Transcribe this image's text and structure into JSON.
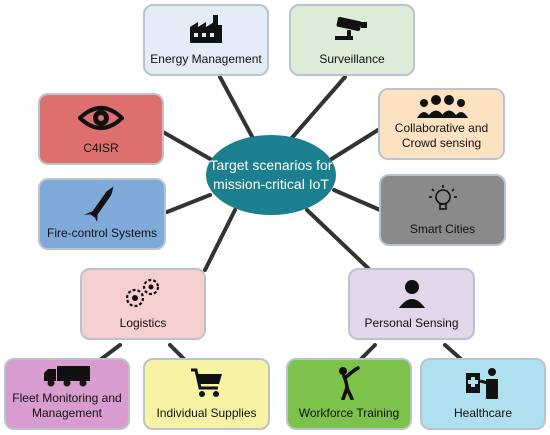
{
  "center": {
    "line1": "Target scenarios for",
    "line2": "mission-critical IoT"
  },
  "nodes": {
    "energy": {
      "label": "Energy Management",
      "fill": "#e3ecf7",
      "icon": "factory-icon"
    },
    "surveillance": {
      "label": "Surveillance",
      "fill": "#dcecd6",
      "icon": "cctv-camera-icon"
    },
    "c4isr": {
      "label": "C4ISR",
      "fill": "#dd6f6f",
      "icon": "eye-icon"
    },
    "collab": {
      "label": "Collaborative and\nCrowd sensing",
      "fill": "#fde2c2",
      "icon": "crowd-icon"
    },
    "fire": {
      "label": "Fire-control Systems",
      "fill": "#7fa9d9",
      "icon": "missile-icon"
    },
    "smart": {
      "label": "Smart Cities",
      "fill": "#8a8a8a",
      "icon": "lightbulb-icon"
    },
    "logistics": {
      "label": "Logistics",
      "fill": "#f6cfd0",
      "icon": "gears-icon"
    },
    "personal": {
      "label": "Personal Sensing",
      "fill": "#e1d6ea",
      "icon": "person-icon"
    },
    "fleet": {
      "label": "Fleet Monitoring and\nManagement",
      "fill": "#d89ccf",
      "icon": "truck-icon"
    },
    "supplies": {
      "label": "Individual Supplies",
      "fill": "#f8f2a5",
      "icon": "shopping-cart-icon"
    },
    "workforce": {
      "label": "Workforce Training",
      "fill": "#7dc24b",
      "icon": "stretching-person-icon"
    },
    "healthcare": {
      "label": "Healthcare",
      "fill": "#aee0ef",
      "icon": "medical-care-icon"
    }
  },
  "colors": {
    "connector": "#333333",
    "center": "#1b7f8f",
    "border": "#b9c4cf"
  }
}
